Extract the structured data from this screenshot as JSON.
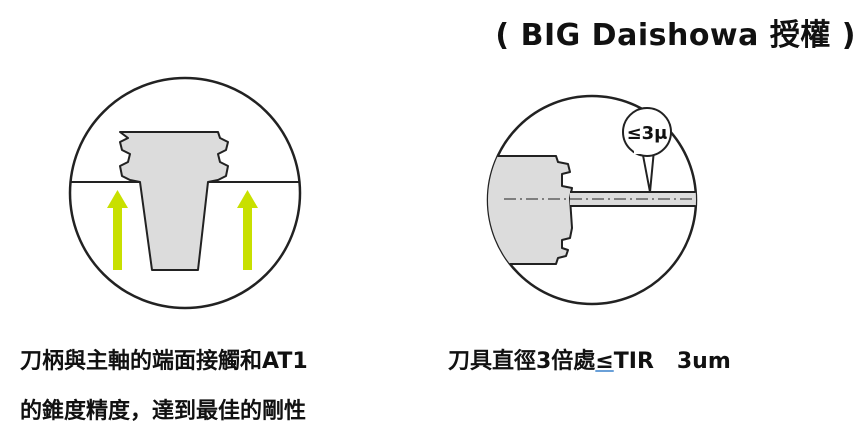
{
  "title": "( BIG Daishowa 授權 )",
  "left_caption": {
    "line1": "刀柄與主軸的端面接觸和AT1",
    "line2": "的錐度精度，達到最佳的剛性"
  },
  "right_caption": {
    "prefix": "刀具直徑3倍處",
    "symbol": "≤",
    "suffix": "TIR   3um"
  },
  "callout_label": "≤3μ",
  "colors": {
    "arrow": "#c8e000",
    "gray_fill": "#dcdcdc",
    "outline": "#222222"
  }
}
